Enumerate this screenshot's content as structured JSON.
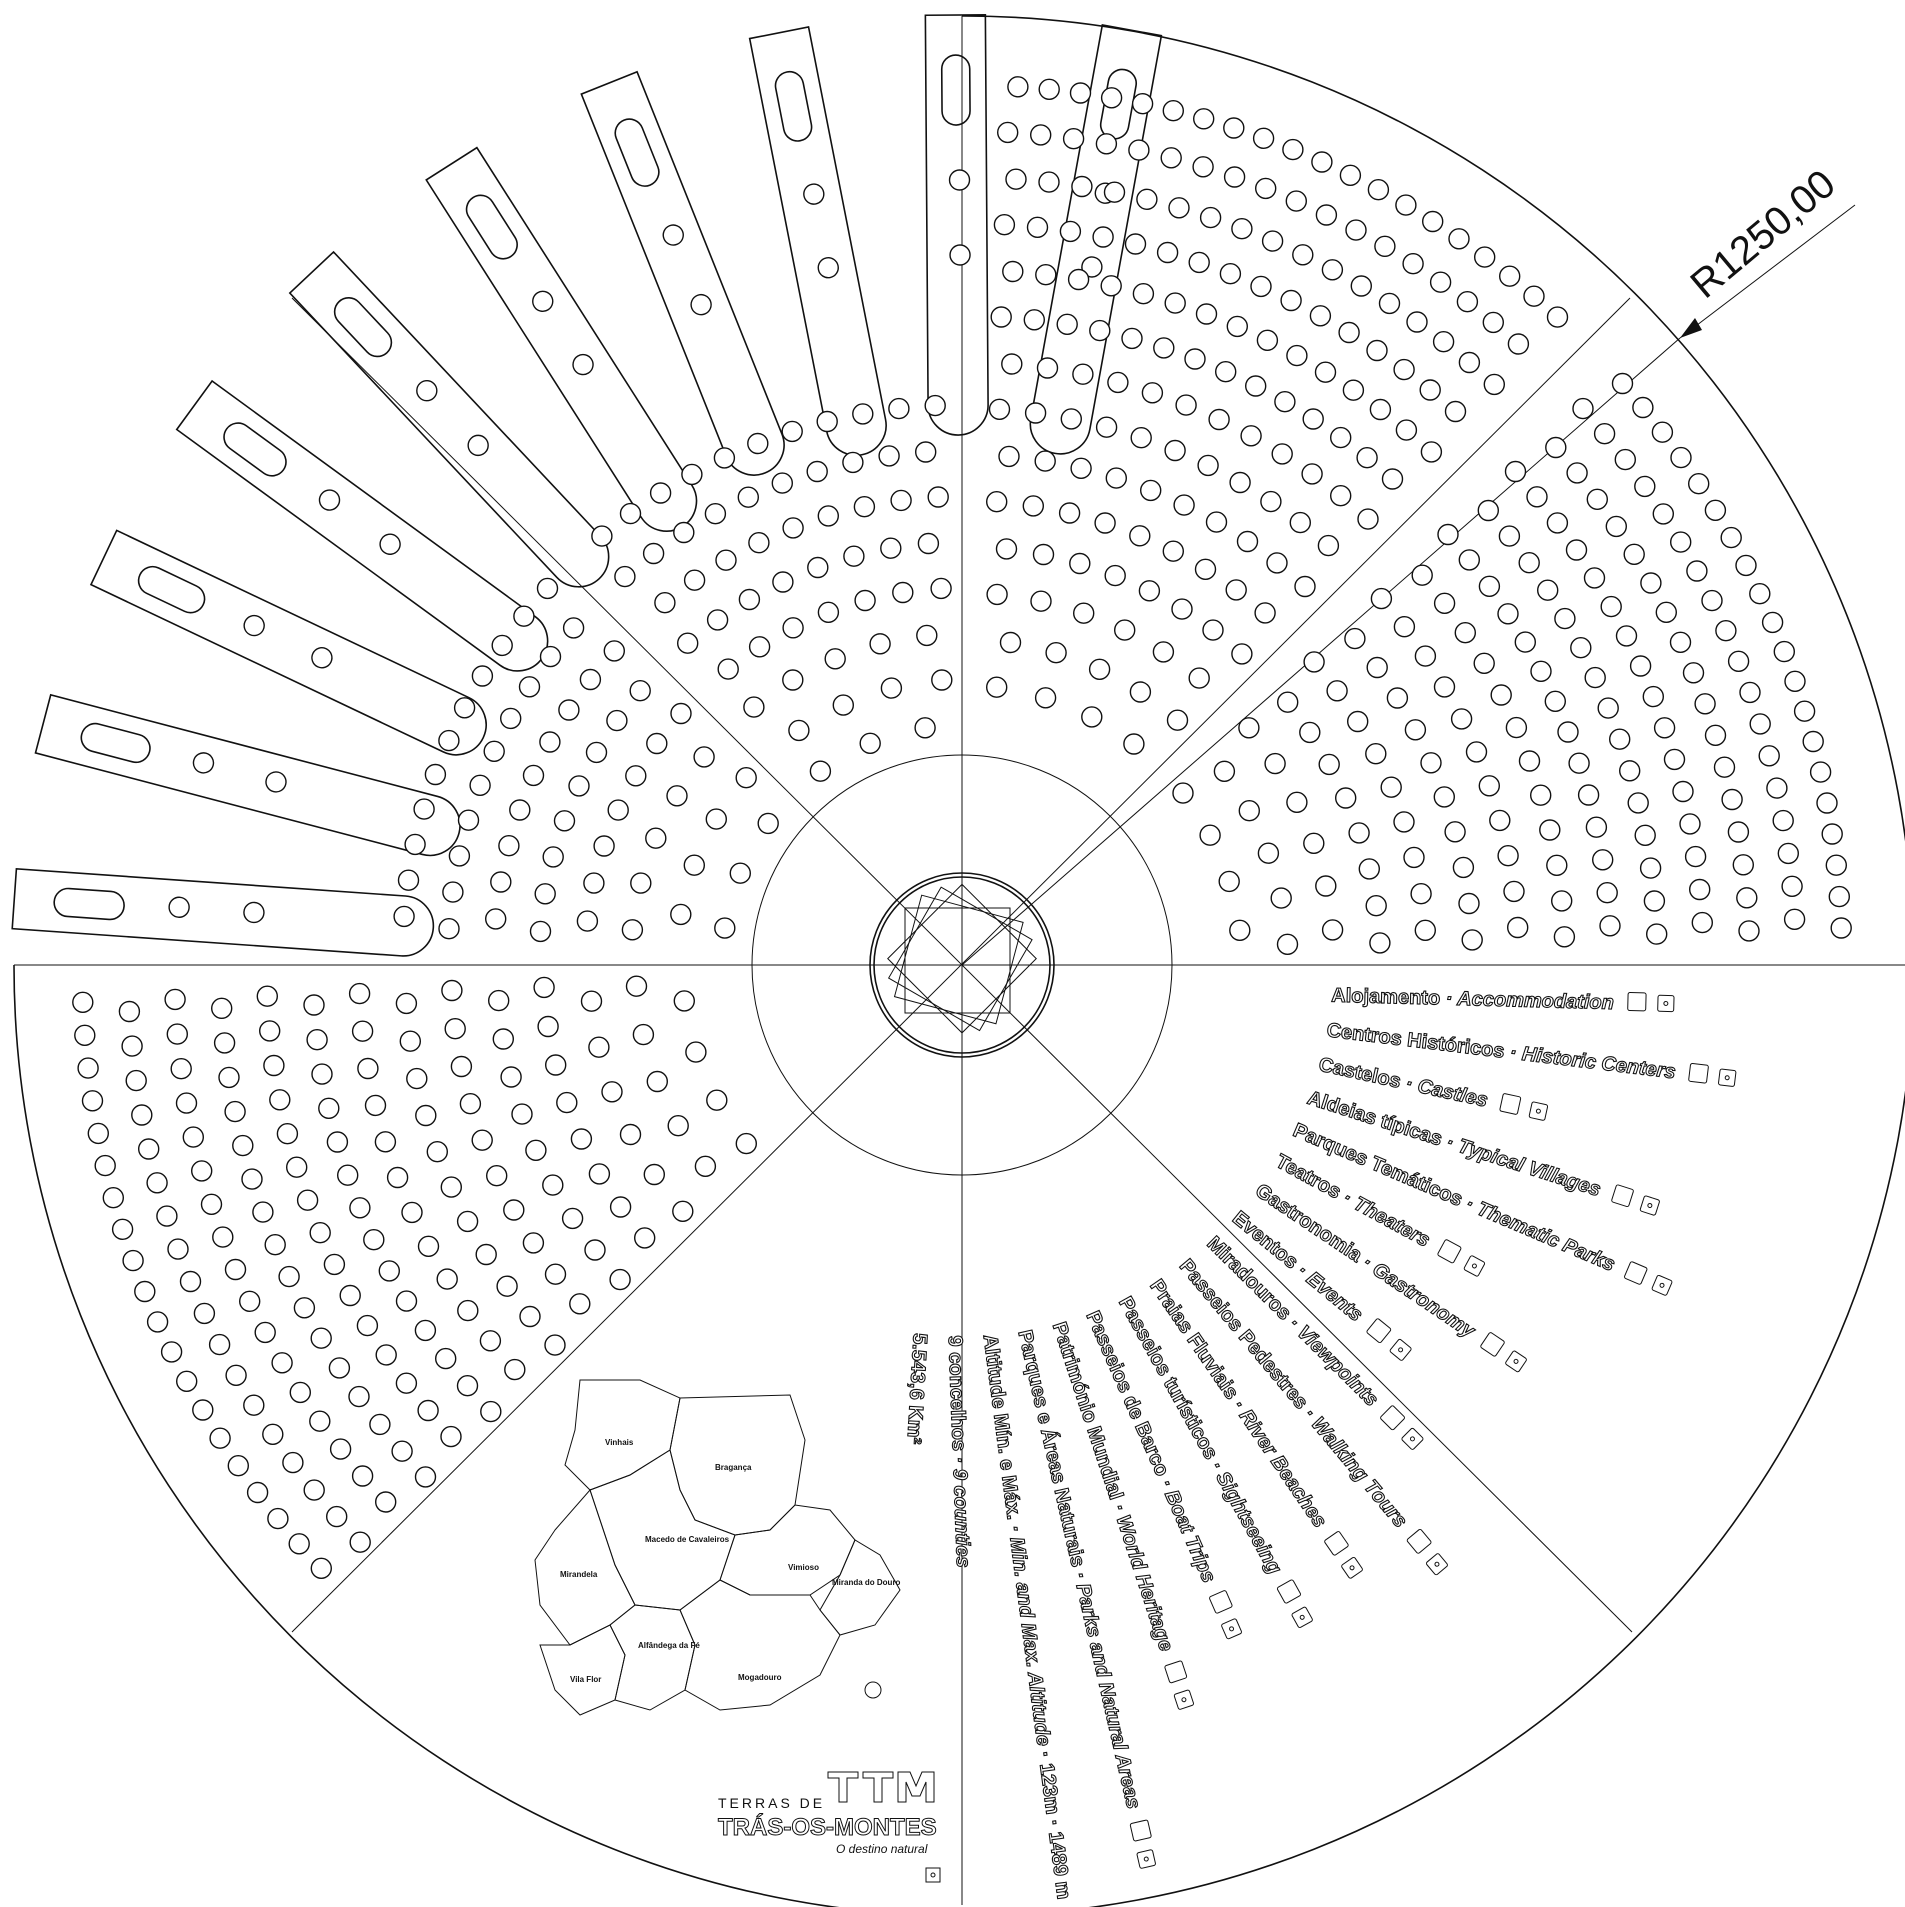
{
  "dimension": {
    "label": "R1250,00"
  },
  "legend": [
    {
      "pt": "Alojamento",
      "en": "Accommodation",
      "icon": "bed-icon"
    },
    {
      "pt": "Centros Históricos",
      "en": "Historic Centers",
      "icon": "historic-building-icon"
    },
    {
      "pt": "Castelos",
      "en": "Castles",
      "icon": "castle-icon"
    },
    {
      "pt": "Aldeias típicas",
      "en": "Typical Villages",
      "icon": "village-icon"
    },
    {
      "pt": "Parques Temáticos",
      "en": "Thematic Parks",
      "icon": "park-icon"
    },
    {
      "pt": "Teatros",
      "en": "Theaters",
      "icon": "theater-icon"
    },
    {
      "pt": "Gastronomia",
      "en": "Gastronomy",
      "icon": "food-icon"
    },
    {
      "pt": "Eventos",
      "en": "Events",
      "icon": "calendar-icon"
    },
    {
      "pt": "Miradouros",
      "en": "Viewpoints",
      "icon": "binoculars-icon"
    },
    {
      "pt": "Passeios Pedestres",
      "en": "Walking Tours",
      "icon": "hiker-icon"
    },
    {
      "pt": "Praias Fluviais",
      "en": "River Beaches",
      "icon": "umbrella-icon"
    },
    {
      "pt": "Passeios turísticos",
      "en": "Sightseeing",
      "icon": "camera-icon"
    },
    {
      "pt": "Passeios de Barco",
      "en": "Boat Trips",
      "icon": "boat-icon"
    },
    {
      "pt": "Património Mundial",
      "en": "World Heritage",
      "icon": "heritage-icon"
    },
    {
      "pt": "Parques e Áreas Naturais",
      "en": "Parks and Natural Areas",
      "icon": "tree-icon"
    },
    {
      "pt": "Altitude Mín. e Máx.",
      "en": "Min. and Max. Altitude",
      "extra": "123m · 1489 m"
    },
    {
      "pt": "9 concelhos",
      "en": "9 counties"
    },
    {
      "pt": "5.543,6 Km²"
    }
  ],
  "map": {
    "regions": [
      "Vinhais",
      "Bragança",
      "Macedo de Cavaleiros",
      "Vimioso",
      "Mirandela",
      "Miranda do Douro",
      "Vila Flor",
      "Alfândega da Fé",
      "Mogadouro"
    ]
  },
  "logo": {
    "prefix": "TERRAS DE",
    "name": "TRÁS-OS-MONTES",
    "tagline": "O destino natural"
  }
}
